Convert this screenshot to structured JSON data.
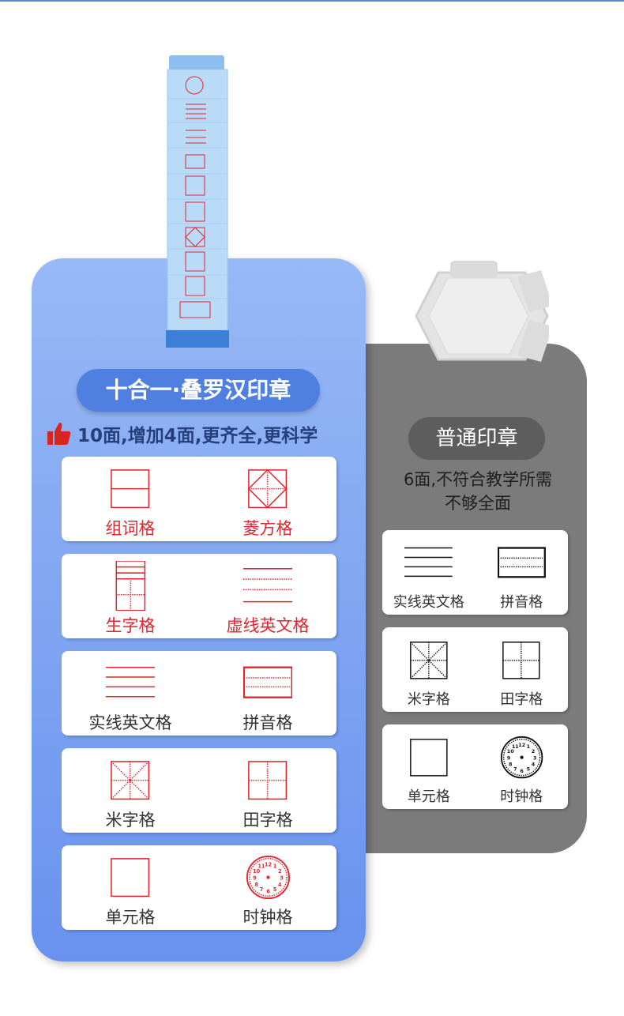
{
  "left": {
    "title": "十合一·叠罗汉印章",
    "subtitle": "10面,增加4面,更齐全,更科学",
    "subtitle_icon": "thumbs-up-icon",
    "accent": "#e0262e",
    "cards": [
      {
        "red_label": true,
        "items": [
          {
            "icon": "zuci",
            "label": "组词格"
          },
          {
            "icon": "lingfang",
            "label": "菱方格"
          }
        ]
      },
      {
        "red_label": true,
        "items": [
          {
            "icon": "shengzi",
            "label": "生字格"
          },
          {
            "icon": "xuxian",
            "label": "虚线英文格"
          }
        ]
      },
      {
        "red_label": false,
        "items": [
          {
            "icon": "shixian",
            "label": "实线英文格"
          },
          {
            "icon": "pinyin",
            "label": "拼音格"
          }
        ]
      },
      {
        "red_label": false,
        "items": [
          {
            "icon": "mizi",
            "label": "米字格"
          },
          {
            "icon": "tianzi",
            "label": "田字格"
          }
        ]
      },
      {
        "red_label": false,
        "items": [
          {
            "icon": "danyuan",
            "label": "单元格"
          },
          {
            "icon": "clock",
            "label": "时钟格"
          }
        ]
      }
    ]
  },
  "right": {
    "title": "普通印章",
    "desc_line1": "6面,不符合教学所需",
    "desc_line2": "不够全面",
    "cards": [
      {
        "items": [
          {
            "icon": "shixian",
            "label": "实线英文格"
          },
          {
            "icon": "pinyin",
            "label": "拼音格"
          }
        ]
      },
      {
        "items": [
          {
            "icon": "mizi",
            "label": "米字格"
          },
          {
            "icon": "tianzi",
            "label": "田字格"
          }
        ]
      },
      {
        "items": [
          {
            "icon": "danyuan",
            "label": "单元格"
          },
          {
            "icon": "clock",
            "label": "时钟格"
          }
        ]
      }
    ]
  }
}
